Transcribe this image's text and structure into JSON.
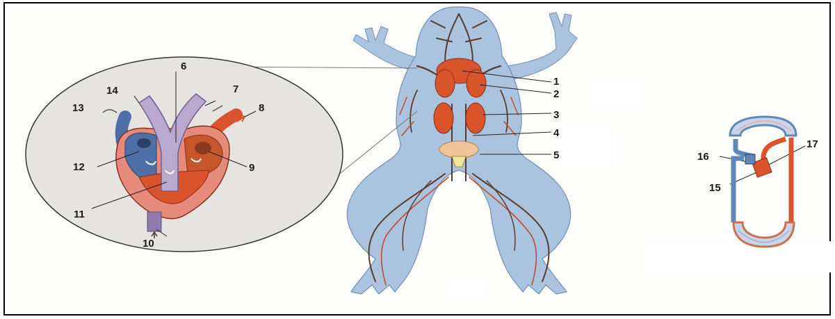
{
  "labels": {
    "l1": "1",
    "l2": "2",
    "l3": "3",
    "l4": "4",
    "l5": "5",
    "l6": "6",
    "l7": "7",
    "l8": "8",
    "l9": "9",
    "l10": "10",
    "l11": "11",
    "l12": "12",
    "l13": "13",
    "l14": "14",
    "l15": "15",
    "l16": "16",
    "l17": "17"
  },
  "colors": {
    "vein_blue": "#5f87b8",
    "artery_red": "#d9532b",
    "body_blue": "#aac4df",
    "heart_pink": "#e68a7c",
    "aorta_purple": "#b9a9cf",
    "bladder": "#f0c49a",
    "bg_lens": "#e6e4e1"
  }
}
